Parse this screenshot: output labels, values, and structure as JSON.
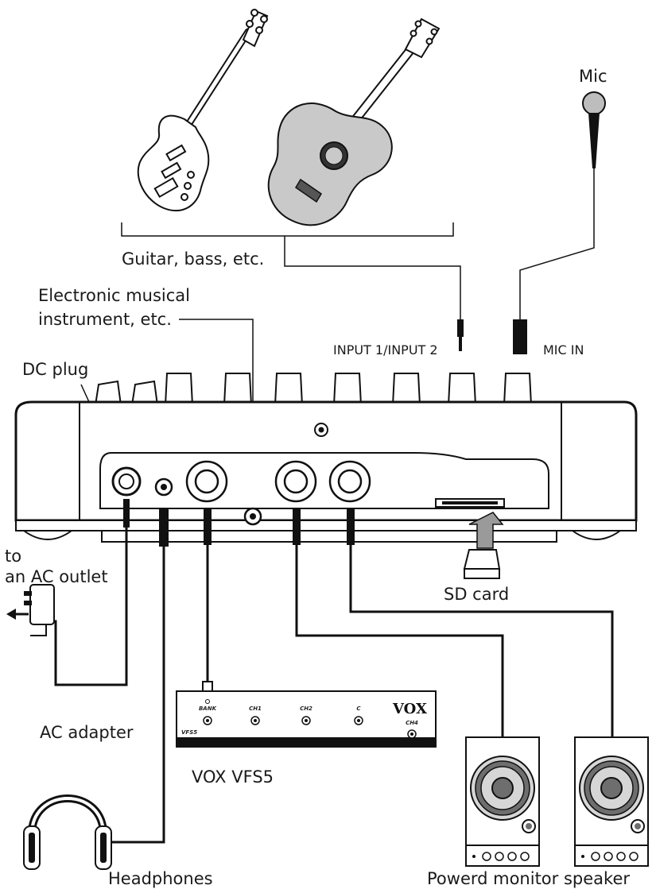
{
  "labels": {
    "mic": "Mic",
    "guitar_bass": "Guitar, bass, etc.",
    "electronic_line1": "Electronic musical",
    "electronic_line2": "instrument, etc.",
    "dc_plug": "DC plug",
    "input": "INPUT 1/INPUT 2",
    "mic_in": "MIC IN",
    "to_ac_line1": "to",
    "to_ac_line2": "an AC outlet",
    "sd_card": "SD card",
    "ac_adapter": "AC adapter",
    "footswitch": "VOX VFS5",
    "headphones": "Headphones",
    "monitor": "Powerd monitor speaker"
  },
  "footswitch_panel": {
    "brand": "VOX",
    "model": "VFS5",
    "switches": [
      "BANK",
      "CH1",
      "CH2",
      "C",
      "CH4"
    ]
  },
  "colors": {
    "ink": "#111111",
    "body_fill": "#ffffff",
    "acoustic_body": "#c9c9c9",
    "cone_dark": "#6e6e6e",
    "cone_light": "#d6d6d6"
  }
}
